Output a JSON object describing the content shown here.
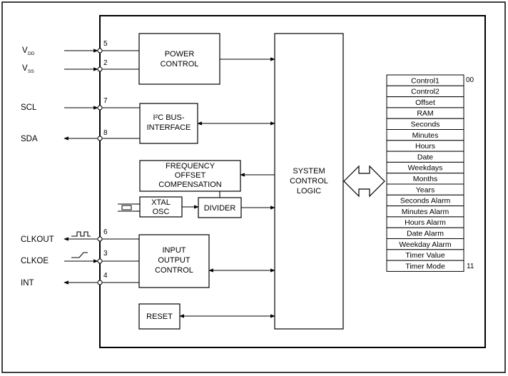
{
  "signals": {
    "vdd_main": "V",
    "vdd_sub": "DD",
    "vss_main": "V",
    "vss_sub": "SS",
    "scl": "SCL",
    "sda": "SDA",
    "clkout": "CLKOUT",
    "clkoe": "CLKOE",
    "int": "INT"
  },
  "pins": {
    "vdd": "5",
    "vss": "2",
    "scl": "7",
    "sda": "8",
    "clkout": "6",
    "clkoe": "3",
    "int": "4"
  },
  "blocks": {
    "power_control": [
      "POWER",
      "CONTROL"
    ],
    "i2c_bus_interface": [
      "I²C BUS-",
      "INTERFACE"
    ],
    "frequency_offset_compensation": [
      "FREQUENCY",
      "OFFSET",
      "COMPENSATION"
    ],
    "xtal_osc": [
      "XTAL",
      "OSC"
    ],
    "divider": [
      "DIVIDER"
    ],
    "input_output_control": [
      "INPUT",
      "OUTPUT",
      "CONTROL"
    ],
    "reset": [
      "RESET"
    ],
    "system_control_logic": [
      "SYSTEM",
      "CONTROL",
      "LOGIC"
    ]
  },
  "registers": [
    "Control1",
    "Control2",
    "Offset",
    "RAM",
    "Seconds",
    "Minutes",
    "Hours",
    "Date",
    "Weekdays",
    "Months",
    "Years",
    "Seconds Alarm",
    "Minutes Alarm",
    "Hours Alarm",
    "Date Alarm",
    "Weekday Alarm",
    "Timer Value",
    "Timer Mode"
  ],
  "address_labels": {
    "first": "00",
    "last": "11"
  }
}
